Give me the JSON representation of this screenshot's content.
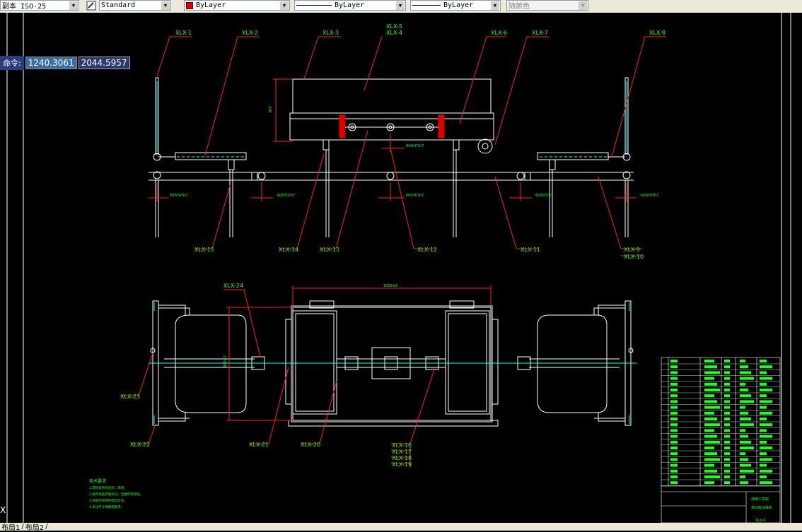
{
  "toolbar": {
    "dim_style": "副本 ISO-25",
    "text_style": "Standard",
    "layer_color": "ByLayer",
    "linetype": "ByLayer",
    "lineweight": "ByLayer",
    "plot_color": "随颜色",
    "color_swatch": "#e00000"
  },
  "command": {
    "label": "命令:",
    "x_value": "1240.3061",
    "y_value": "2044.5957"
  },
  "tabs": [
    "布局1",
    "布局2"
  ],
  "drawing": {
    "labels": {
      "xlx1": "XLX-1",
      "xlx2": "XLX-2",
      "xlx3": "XLX-3",
      "xlx4": "XLX-4",
      "xlx5": "XLX-5",
      "xlx6": "XLX-6",
      "xlx7": "XLX-7",
      "xlx8": "XLX-8",
      "xlx9": "XLX-9",
      "xlx10": "XLX-10",
      "xlx11": "XLX-11",
      "xlx12": "XLX-12",
      "xlx13": "XLX-13",
      "xlx14": "XLX-14",
      "xlx15": "XLX-15",
      "xlx16": "XLX-16",
      "xlx17": "XLX-17",
      "xlx18": "XLX-18",
      "xlx19": "XLX-19",
      "xlx20": "XLX-20",
      "xlx21": "XLX-21",
      "xlx22": "XLX-22",
      "xlx23": "XLX-23",
      "xlx24": "XLX-24"
    },
    "fits": {
      "f1": "Φ25H7/h7",
      "f2": "Φ25H7/h7",
      "f3": "Φ25H7/h7",
      "f4": "Φ25H7/h7",
      "f5": "Φ25H7/h7",
      "f6": "Φ25H7/h7"
    },
    "dims": {
      "height": "300",
      "width": "1000±2",
      "length": "900±2"
    },
    "notes_title": "技术要求",
    "notes": [
      "1.焊接处去除毛刺、焊渣。",
      "2.各焊接处焊缝均匀，无虚焊等缺陷。",
      "3.装配后各零件转动灵活。",
      "4.未注尺寸按图纸要求。"
    ],
    "title_block": {
      "school": "湖南工学院",
      "name": "多功能运输车",
      "drawing_no": "XLX-0"
    }
  },
  "colors": {
    "line": "#ffffff",
    "leader": "#ff2020",
    "label": "#22ff22",
    "dim": "#ff2020",
    "cyan": "#00ffff",
    "yellow": "#ffff00"
  }
}
